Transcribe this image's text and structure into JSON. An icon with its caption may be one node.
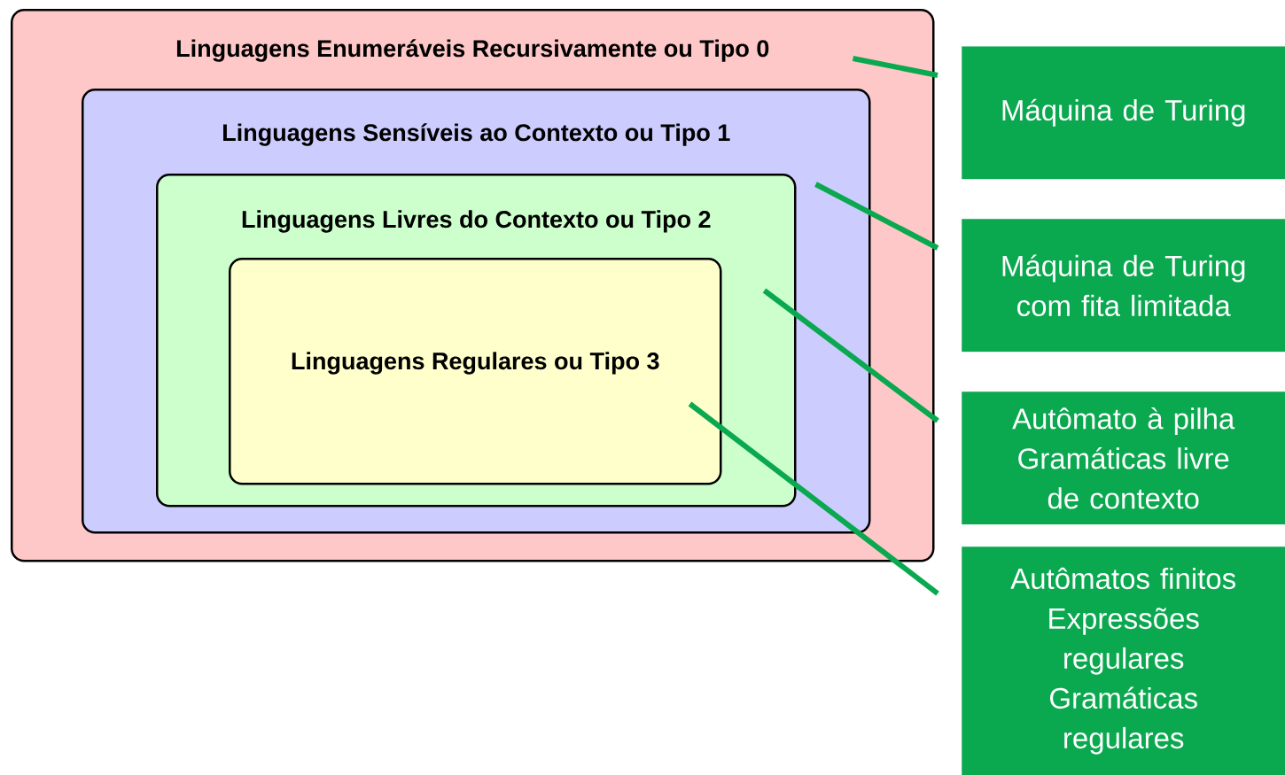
{
  "diagram": {
    "nodes": [
      {
        "text": [
          "Linguagens Enumeráveis Recursivamente ou Tipo 0"
        ]
      },
      {
        "text": [
          "Linguagens Sensíveis ao Contexto ou Tipo 1"
        ],
        "in": 0
      },
      {
        "text": [
          "Linguagens Livres do Contexto ou Tipo 2"
        ],
        "in": 1
      },
      {
        "text": [
          "Linguagens Regulares ou Tipo 3"
        ],
        "in": 2
      },
      {
        "text": [
          "Máquina de Turing"
        ]
      },
      {
        "text": [
          "Máquina de Turing com fita limitada"
        ]
      },
      {
        "text": [
          "Autômato à pilha",
          "Gramáticas livre de contexto"
        ]
      },
      {
        "text": [
          "Autômatos finitos",
          "Expressões regulares",
          "Gramáticas regulares"
        ]
      }
    ],
    "edges": [
      {
        "from": 4,
        "to": 0,
        "arrow": "none"
      },
      {
        "from": 5,
        "to": 1,
        "arrow": "none"
      },
      {
        "from": 6,
        "to": 2,
        "arrow": "none"
      },
      {
        "from": 7,
        "to": 3,
        "arrow": "none"
      }
    ]
  }
}
